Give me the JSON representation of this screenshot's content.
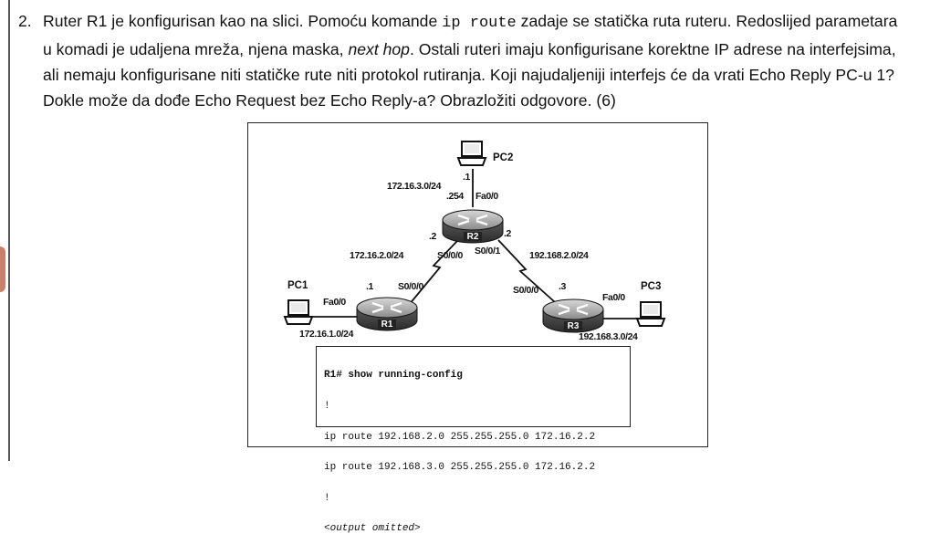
{
  "question": {
    "number": "2.",
    "lines": [
      [
        "Ruter R1 je konfigurisan kao na slici. Pomoću komande ",
        "ip route",
        " zadaje se statička ruta ruteru. Redoslijed parametara"
      ],
      [
        "u komadi je udaljena mreža, njena maska, ",
        "next hop",
        ". Ostali ruteri imaju konfigurisane korektne IP adrese na interfejsima,"
      ],
      [
        "ali nemaju konfigurisane niti statičke rute niti protokol rutiranja. Koji najudaljeniji interfejs će da vrati Echo Reply PC-u 1?"
      ],
      [
        "Dokle može da dođe Echo Request bez Echo Reply-a? Obrazložiti odgovore. (6)"
      ]
    ]
  },
  "diagram": {
    "hosts": {
      "pc1": "PC1",
      "pc2": "PC2",
      "pc3": "PC3"
    },
    "routers": {
      "r1": "R1",
      "r2": "R2",
      "r3": "R3"
    },
    "networks": {
      "pc2_lan": "172.16.3.0/24",
      "r1_r2": "172.16.2.0/24",
      "r2_r3": "192.168.2.0/24",
      "pc1_lan": "172.16.1.0/24",
      "pc3_lan": "192.168.3.0/24"
    },
    "interfaces": {
      "pc2_addr": ".1",
      "r2_fa_addr": ".254",
      "r2_fa": "Fa0/0",
      "r2_s00_addr": ".2",
      "r2_s00": "S0/0/0",
      "r2_s01_addr": ".2",
      "r2_s01": "S0/0/1",
      "r1_s00_addr": ".1",
      "r1_s00": "S0/0/0",
      "r1_fa": "Fa0/0",
      "r3_s00": "S0/0/0",
      "r3_s00_addr": ".3",
      "r3_fa": "Fa0/0"
    },
    "config": {
      "prompt": "R1#",
      "command": " show running-config",
      "bang1": "!",
      "route1": "ip route 192.168.2.0 255.255.255.0 172.16.2.2",
      "route2": "ip route 192.168.3.0 255.255.255.0 172.16.2.2",
      "bang2": "!",
      "omitted": "<output omitted>"
    }
  }
}
